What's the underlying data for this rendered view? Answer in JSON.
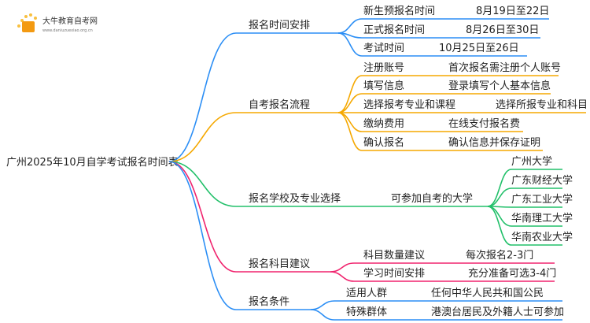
{
  "logo": {
    "name": "大牛教育自考网",
    "url": "www.daniuzuexiao.org.cn"
  },
  "root": "广州2025年10月自学考试报名时间表",
  "colors": {
    "blue": "#2b8ef5",
    "orange": "#f5a800",
    "green": "#22c06a",
    "pink": "#f0246e"
  },
  "branches": [
    {
      "label": "报名时间安排",
      "children": [
        {
          "label": "新生预报名时间",
          "value": "8月19日至22日"
        },
        {
          "label": "正式报名时间",
          "value": "8月26日至30日"
        },
        {
          "label": "考试时间",
          "value": "10月25日至26日"
        }
      ]
    },
    {
      "label": "自考报名流程",
      "children": [
        {
          "label": "注册账号",
          "value": "首次报名需注册个人账号"
        },
        {
          "label": "填写信息",
          "value": "登录填写个人基本信息"
        },
        {
          "label": "选择报考专业和课程",
          "value": "选择所报专业和科目"
        },
        {
          "label": "缴纳费用",
          "value": "在线支付报名费"
        },
        {
          "label": "确认报名",
          "value": "确认信息并保存证明"
        }
      ]
    },
    {
      "label": "报名学校及专业选择",
      "sub": "可参加自考的大学",
      "children": [
        {
          "label": "广州大学"
        },
        {
          "label": "广东财经大学"
        },
        {
          "label": "广东工业大学"
        },
        {
          "label": "华南理工大学"
        },
        {
          "label": "华南农业大学"
        }
      ]
    },
    {
      "label": "报名科目建议",
      "children": [
        {
          "label": "科目数量建议",
          "value": "每次报名2-3门"
        },
        {
          "label": "学习时间安排",
          "value": "充分准备可选3-4门"
        }
      ]
    },
    {
      "label": "报名条件",
      "children": [
        {
          "label": "适用人群",
          "value": "任何中华人民共和国公民"
        },
        {
          "label": "特殊群体",
          "value": "港澳台居民及外籍人士可参加"
        }
      ]
    }
  ]
}
